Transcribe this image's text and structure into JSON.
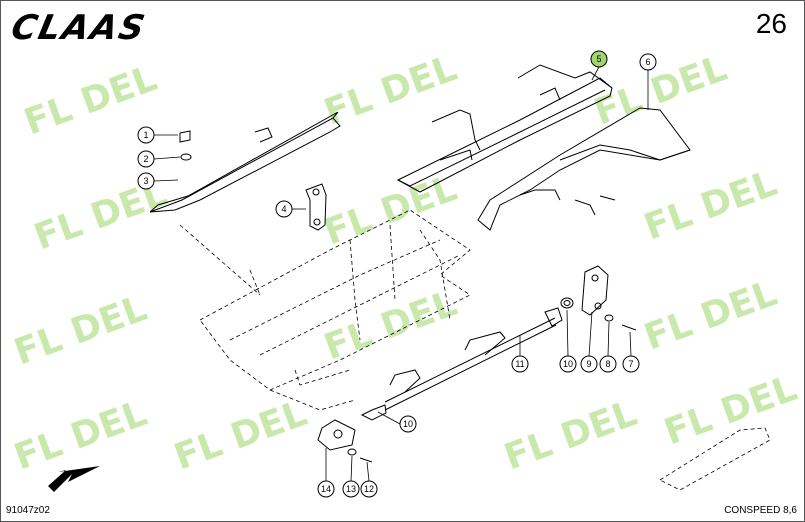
{
  "header": {
    "logo_text": "CLAAS",
    "page_number": "26"
  },
  "footer": {
    "figure_code": "91047z02",
    "catalog_ref": "CONSPEED 8,6"
  },
  "watermark": {
    "text": "FL   DEL",
    "color": "#9ed86a"
  },
  "callouts": [
    {
      "label": "1"
    },
    {
      "label": "2"
    },
    {
      "label": "3"
    },
    {
      "label": "4"
    },
    {
      "label": "5"
    },
    {
      "label": "6"
    },
    {
      "label": "7"
    },
    {
      "label": "8"
    },
    {
      "label": "9"
    },
    {
      "label": "10"
    },
    {
      "label": "11"
    },
    {
      "label": "10"
    },
    {
      "label": "14"
    },
    {
      "label": "13"
    },
    {
      "label": "12"
    }
  ],
  "colors": {
    "line": "#000000",
    "highlight": "#9ed86a"
  }
}
